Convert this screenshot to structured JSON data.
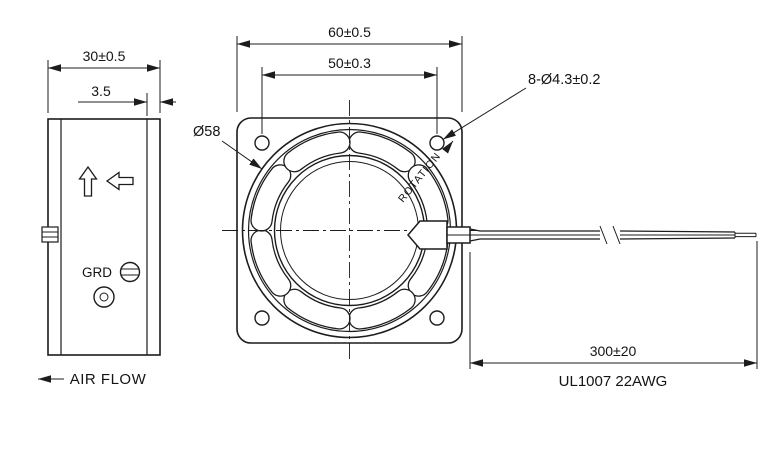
{
  "side_view": {
    "width_dim": "30±0.5",
    "flange_dim": "3.5",
    "ground_label": "GRD",
    "airflow_label": "AIR FLOW"
  },
  "front_view": {
    "outer_dim": "60±0.5",
    "hole_pitch_dim": "50±0.3",
    "hole_callout": "8-Ø4.3±0.2",
    "impeller_dia": "Ø58",
    "rotation_label": "ROTATION"
  },
  "leads": {
    "length_dim": "300±20",
    "wire_spec": "UL1007 22AWG"
  }
}
